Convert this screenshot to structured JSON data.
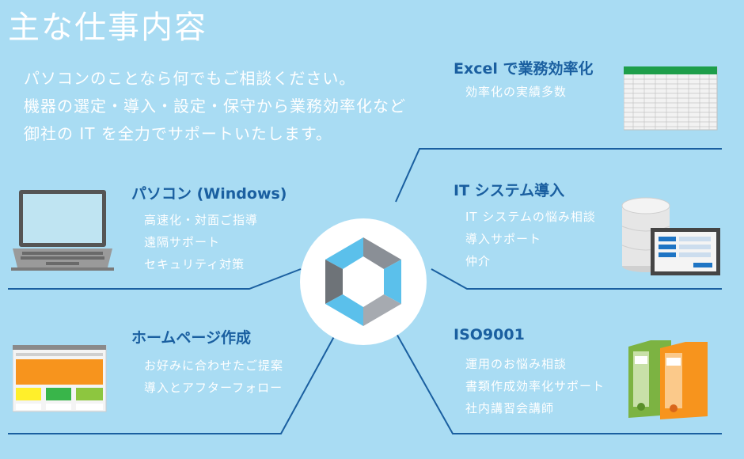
{
  "heading": "主な仕事内容",
  "intro": [
    "パソコンのことなら何でもご相談ください。",
    "機器の選定・導入・設定・保守から業務効率化など",
    "御社の IT を全力でサポートいたします。"
  ],
  "excel": {
    "title": "Excel で業務効率化",
    "items": [
      "効率化の実績多数"
    ]
  },
  "pc": {
    "title": "パソコン (Windows)",
    "items": [
      "高速化・対面ご指導",
      "遠隔サポート",
      "セキュリティ対策"
    ]
  },
  "it": {
    "title": "IT システム導入",
    "items": [
      "IT システムの悩み相談",
      "導入サポート",
      "仲介"
    ]
  },
  "web": {
    "title": "ホームページ作成",
    "items": [
      "お好みに合わせたご提案",
      "導入とアフターフォロー"
    ]
  },
  "iso": {
    "title": "ISO9001",
    "items": [
      "運用のお悩み相談",
      "書類作成効率化サポート",
      "社内講習会講師"
    ]
  },
  "colors": {
    "background": "#a9dcf3",
    "section_title": "#1a5fa0",
    "text": "#ffffff",
    "line": "#1a5fa0",
    "excel_header": "#1e9e4a",
    "web_orange": "#f7941d",
    "web_green": "#39b54a",
    "web_yellow": "#ffef2b",
    "web_lime": "#8dc63f",
    "binder_green": "#7cb342",
    "binder_orange": "#f7941d"
  },
  "icons": {
    "excel": "spreadsheet-icon",
    "pc": "laptop-icon",
    "it": "database-screen-icon",
    "web": "webpage-icon",
    "iso": "binders-icon",
    "center": "hexagon-logo-icon"
  }
}
